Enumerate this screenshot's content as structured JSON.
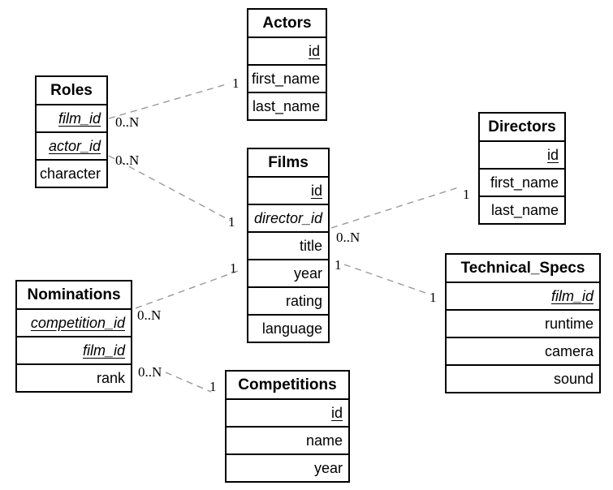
{
  "diagram": {
    "type": "entity-relationship",
    "tables": [
      {
        "name": "Actors",
        "fields": [
          {
            "label": "id",
            "pk": true,
            "fk": false
          },
          {
            "label": "first_name",
            "pk": false,
            "fk": false
          },
          {
            "label": "last_name",
            "pk": false,
            "fk": false
          }
        ]
      },
      {
        "name": "Roles",
        "fields": [
          {
            "label": "film_id",
            "pk": true,
            "fk": true
          },
          {
            "label": "actor_id",
            "pk": true,
            "fk": true
          },
          {
            "label": "character",
            "pk": false,
            "fk": false
          }
        ]
      },
      {
        "name": "Films",
        "fields": [
          {
            "label": "id",
            "pk": true,
            "fk": false
          },
          {
            "label": "director_id",
            "pk": false,
            "fk": true
          },
          {
            "label": "title",
            "pk": false,
            "fk": false
          },
          {
            "label": "year",
            "pk": false,
            "fk": false
          },
          {
            "label": "rating",
            "pk": false,
            "fk": false
          },
          {
            "label": "language",
            "pk": false,
            "fk": false
          }
        ]
      },
      {
        "name": "Directors",
        "fields": [
          {
            "label": "id",
            "pk": true,
            "fk": false
          },
          {
            "label": "first_name",
            "pk": false,
            "fk": false
          },
          {
            "label": "last_name",
            "pk": false,
            "fk": false
          }
        ]
      },
      {
        "name": "Nominations",
        "fields": [
          {
            "label": "competition_id",
            "pk": true,
            "fk": true
          },
          {
            "label": "film_id",
            "pk": true,
            "fk": true
          },
          {
            "label": "rank",
            "pk": false,
            "fk": false
          }
        ]
      },
      {
        "name": "Technical_Specs",
        "fields": [
          {
            "label": "film_id",
            "pk": true,
            "fk": true
          },
          {
            "label": "runtime",
            "pk": false,
            "fk": false
          },
          {
            "label": "camera",
            "pk": false,
            "fk": false
          },
          {
            "label": "sound",
            "pk": false,
            "fk": false
          }
        ]
      },
      {
        "name": "Competitions",
        "fields": [
          {
            "label": "id",
            "pk": true,
            "fk": false
          },
          {
            "label": "name",
            "pk": false,
            "fk": false
          },
          {
            "label": "year",
            "pk": false,
            "fk": false
          }
        ]
      }
    ],
    "relationships": [
      {
        "from": "Roles",
        "to": "Actors",
        "from_card": "0..N",
        "to_card": "1"
      },
      {
        "from": "Roles",
        "to": "Films",
        "from_card": "0..N",
        "to_card": "1"
      },
      {
        "from": "Films",
        "to": "Directors",
        "from_card": "0..N",
        "to_card": "1"
      },
      {
        "from": "Films",
        "to": "Technical_Specs",
        "from_card": "1",
        "to_card": "1"
      },
      {
        "from": "Nominations",
        "to": "Films",
        "from_card": "0..N",
        "to_card": "1"
      },
      {
        "from": "Nominations",
        "to": "Competitions",
        "from_card": "0..N",
        "to_card": "1"
      }
    ],
    "colors": {
      "table_border": "#000000",
      "table_background": "#ffffff",
      "text": "#000000",
      "relationship_line": "#999999"
    }
  }
}
